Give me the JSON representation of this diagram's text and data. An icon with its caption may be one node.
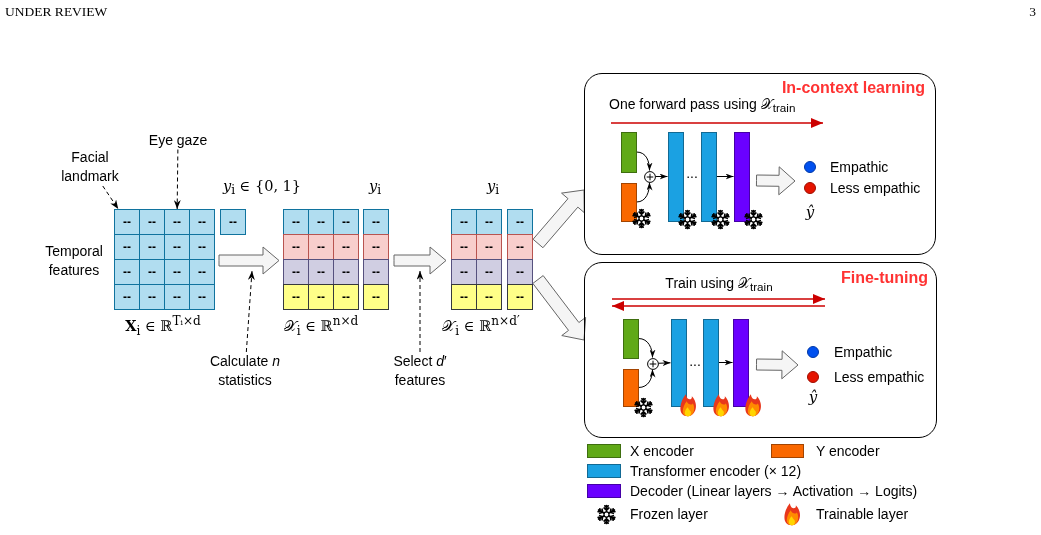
{
  "diagram": {
    "nodes": [
      {
        "text": [
          "Facial landmark"
        ]
      },
      {
        "text": [
          "Eye gaze"
        ]
      },
      {
        "text": [],
        "shape": "box"
      },
      {
        "text": [
          "--"
        ],
        "in": 2
      },
      {
        "text": [
          "--"
        ],
        "in": 2
      },
      {
        "text": [
          "--"
        ],
        "in": 2
      },
      {
        "text": [
          "--"
        ],
        "in": 2
      },
      {
        "text": [
          "--"
        ],
        "in": 2
      },
      {
        "text": [
          "--"
        ],
        "in": 2
      },
      {
        "text": [
          "--"
        ],
        "in": 2
      },
      {
        "text": [
          "--"
        ],
        "in": 2
      },
      {
        "text": [
          "--"
        ],
        "in": 2
      },
      {
        "text": [
          "--"
        ],
        "in": 2
      },
      {
        "text": [
          "--"
        ],
        "in": 2
      },
      {
        "text": [
          "--"
        ],
        "in": 2
      },
      {
        "text": [
          "--"
        ],
        "in": 2
      },
      {
        "text": [
          "--"
        ],
        "in": 2
      },
      {
        "text": [
          "--"
        ],
        "in": 2
      },
      {
        "text": [
          "--"
        ],
        "in": 2
      },
      {
        "text": [],
        "shape": "box"
      },
      {
        "text": [
          "--"
        ],
        "in": 19
      },
      {
        "text": [],
        "shape": "box"
      },
      {
        "text": [
          "--"
        ],
        "in": 21
      },
      {
        "text": [
          "--"
        ],
        "in": 21
      },
      {
        "text": [
          "--"
        ],
        "in": 21
      },
      {
        "text": [
          "--"
        ],
        "in": 21
      },
      {
        "text": [
          "--"
        ],
        "in": 21
      },
      {
        "text": [
          "--"
        ],
        "in": 21
      },
      {
        "text": [
          "--"
        ],
        "in": 21
      },
      {
        "text": [
          "--"
        ],
        "in": 21
      },
      {
        "text": [
          "--"
        ],
        "in": 21
      },
      {
        "text": [
          "--"
        ],
        "in": 21
      },
      {
        "text": [
          "--"
        ],
        "in": 21
      },
      {
        "text": [
          "--"
        ],
        "in": 21
      },
      {
        "text": [],
        "shape": "box"
      },
      {
        "text": [
          "--"
        ],
        "in": 34
      },
      {
        "text": [
          "--"
        ],
        "in": 34
      },
      {
        "text": [
          "--"
        ],
        "in": 34
      },
      {
        "text": [
          "--"
        ],
        "in": 34
      },
      {
        "text": [],
        "shape": "box"
      },
      {
        "text": [
          "--"
        ],
        "in": 39
      },
      {
        "text": [
          "--"
        ],
        "in": 39
      },
      {
        "text": [
          "--"
        ],
        "in": 39
      },
      {
        "text": [
          "--"
        ],
        "in": 39
      },
      {
        "text": [
          "--"
        ],
        "in": 39
      },
      {
        "text": [
          "--"
        ],
        "in": 39
      },
      {
        "text": [
          "--"
        ],
        "in": 39
      },
      {
        "text": [
          "--"
        ],
        "in": 39
      },
      {
        "text": [],
        "shape": "box"
      },
      {
        "text": [
          "--"
        ],
        "in": 48
      },
      {
        "text": [
          "--"
        ],
        "in": 48
      },
      {
        "text": [
          "--"
        ],
        "in": 48
      },
      {
        "text": [
          "--"
        ],
        "in": 48
      },
      {
        "text": [
          "Calculate *n* statistics"
        ]
      },
      {
        "text": [
          "Select *d*′ features"
        ]
      },
      {
        "text": [
          "In-context learning"
        ]
      },
      {
        "text": [],
        "shape": "bar",
        "in": 55
      },
      {
        "text": [],
        "shape": "bar",
        "in": 55
      },
      {
        "text": [],
        "shape": "circle",
        "in": 55
      },
      {
        "text": [],
        "shape": "bar",
        "in": 55
      },
      {
        "text": [],
        "shape": "bar",
        "in": 55
      },
      {
        "text": [],
        "shape": "bar",
        "in": 55
      },
      {
        "text": [
          "Fine-tuning"
        ]
      },
      {
        "text": [],
        "shape": "bar",
        "in": 62
      },
      {
        "text": [],
        "shape": "bar",
        "in": 62
      },
      {
        "text": [],
        "shape": "circle",
        "in": 62
      },
      {
        "text": [],
        "shape": "bar",
        "in": 62
      },
      {
        "text": [],
        "shape": "bar",
        "in": 62
      },
      {
        "text": [],
        "shape": "bar",
        "in": 62
      }
    ],
    "edges": [
      {
        "from": 0,
        "to": 3,
        "arrow": "to",
        "style": "dashed"
      },
      {
        "from": 1,
        "to": 5,
        "arrow": "to",
        "style": "dashed"
      },
      {
        "from": 2,
        "to": 21,
        "arrow": "to",
        "style": "thick",
        "color": "#f5f5f5"
      },
      {
        "from": 53,
        "to": null,
        "arrow": "to",
        "style": "dashed"
      },
      {
        "from": 34,
        "to": 39,
        "arrow": "to",
        "style": "thick",
        "color": "#f5f5f5"
      },
      {
        "from": 54,
        "to": null,
        "arrow": "to",
        "style": "dashed"
      },
      {
        "from": 48,
        "to": 55,
        "arrow": "to",
        "style": "thick",
        "color": "#f5f5f5"
      },
      {
        "from": 48,
        "to": 62,
        "arrow": "to",
        "style": "thick",
        "color": "#f5f5f5"
      },
      {
        "from": 56,
        "to": 58,
        "arrow": "to"
      },
      {
        "from": 57,
        "to": 58,
        "arrow": "to"
      },
      {
        "from": 58,
        "to": 59,
        "arrow": "to"
      },
      {
        "from": 60,
        "to": 61,
        "arrow": "to"
      },
      {
        "from": 61,
        "to": null,
        "arrow": "to",
        "style": "thick",
        "color": "#f5f5f5"
      },
      {
        "from": 63,
        "to": 65,
        "arrow": "to"
      },
      {
        "from": 64,
        "to": 65,
        "arrow": "to"
      },
      {
        "from": 65,
        "to": 66,
        "arrow": "to"
      },
      {
        "from": 67,
        "to": 68,
        "arrow": "to"
      },
      {
        "from": 68,
        "to": null,
        "arrow": "to",
        "style": "thick",
        "color": "#f5f5f5"
      }
    ],
    "labels": [
      "UNDER REVIEW",
      "3",
      "*y*$_{i}$ ∈ {0, 1}",
      "*y*$_{i}$",
      "*y*$_{i}$",
      "Temporal features",
      "**X**$_{i}$ ∈ ℝ$^{Tᵢ×d}$",
      "𝒳$_{i}$ ∈ ℝ$^{n×d}$",
      "𝒳$_{i}$ ∈ ℝ$^{n×d′}$",
      "One forward pass using 𝒳$_{train}$",
      "...",
      "Empathic",
      "Less empathic",
      "ŷ",
      "Train using 𝒳$_{train}$",
      "...",
      "Empathic",
      "Less empathic",
      "ŷ"
    ],
    "legend": [
      {
        "text": "X encoder",
        "color": "#60a917"
      },
      {
        "text": "Y encoder",
        "color": "#fa6800"
      },
      {
        "text": "Transformer encoder (× 12)",
        "color": "#1ba1e2"
      },
      {
        "text": "Decoder (Linear layers → Activation → Logits)",
        "color": "#6a00ff"
      },
      {
        "text": "Frozen layer"
      },
      {
        "text": "Trainable layer"
      }
    ]
  }
}
